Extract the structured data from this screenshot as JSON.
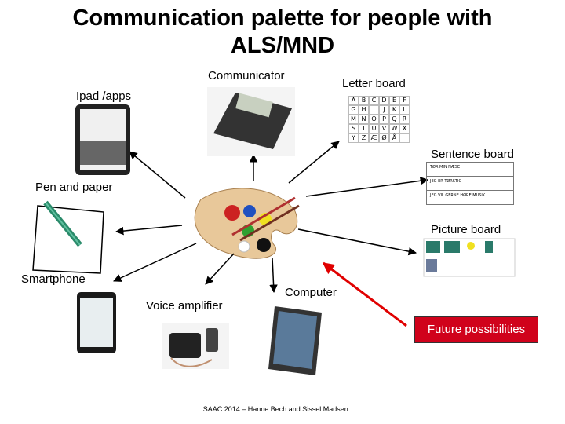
{
  "title": "Communication palette for people  with ALS/MND",
  "labels": {
    "communicator": "Communicator",
    "letter_board": "Letter board",
    "ipad_apps": "Ipad /apps",
    "sentence_board": "Sentence board",
    "pen_and_paper": "Pen and paper",
    "picture_board": "Picture board",
    "smartphone": "Smartphone",
    "computer": "Computer",
    "voice_amplifier": "Voice amplifier",
    "future": "Future possibilities"
  },
  "letter_grid": [
    "A",
    "B",
    "C",
    "D",
    "E",
    "F",
    "G",
    "H",
    "I",
    "J",
    "K",
    "L",
    "M",
    "N",
    "O",
    "P",
    "Q",
    "R",
    "S",
    "T",
    "U",
    "V",
    "W",
    "X",
    "Y",
    "Z",
    "Æ",
    "Ø",
    "Å",
    ""
  ],
  "sentences": [
    "TØR MIN NÆSE",
    "JEG ER TØRSTIG",
    "JEG VIL GERNE HØRE MUSIK"
  ],
  "footer": "ISAAC 2014 – Hanne Bech and Sissel Madsen",
  "colors": {
    "future_box": "#d0021b",
    "red_arrow": "#e00000"
  }
}
